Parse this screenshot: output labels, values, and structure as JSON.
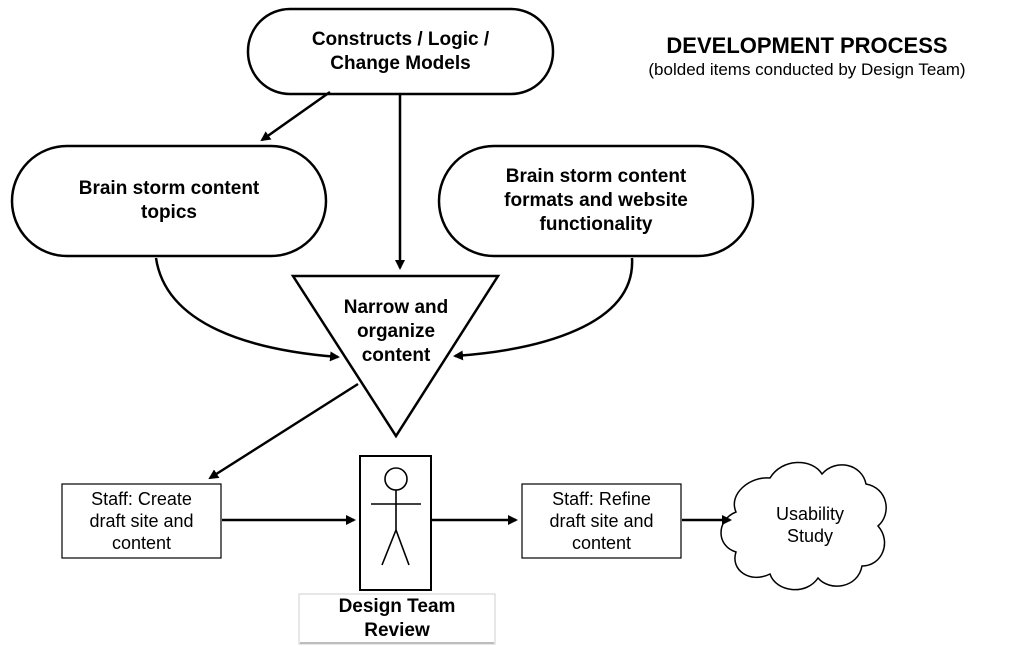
{
  "title": {
    "main": "DEVELOPMENT PROCESS",
    "subtitle": "(bolded items conducted by Design Team)"
  },
  "nodes": {
    "constructs": {
      "line1": "Constructs / Logic /",
      "line2": "Change Models"
    },
    "topics": {
      "line1": "Brain storm content",
      "line2": "topics"
    },
    "formats": {
      "line1": "Brain storm content",
      "line2": "formats and website",
      "line3": "functionality"
    },
    "narrow": {
      "line1": "Narrow and",
      "line2": "organize",
      "line3": "content"
    },
    "staff_create": {
      "line1": "Staff: Create",
      "line2": "draft site and",
      "line3": "content"
    },
    "design_review": {
      "line1": "Design Team",
      "line2": "Review"
    },
    "staff_refine": {
      "line1": "Staff: Refine",
      "line2": "draft site and",
      "line3": "content"
    },
    "usability": {
      "line1": "Usability",
      "line2": "Study"
    }
  }
}
